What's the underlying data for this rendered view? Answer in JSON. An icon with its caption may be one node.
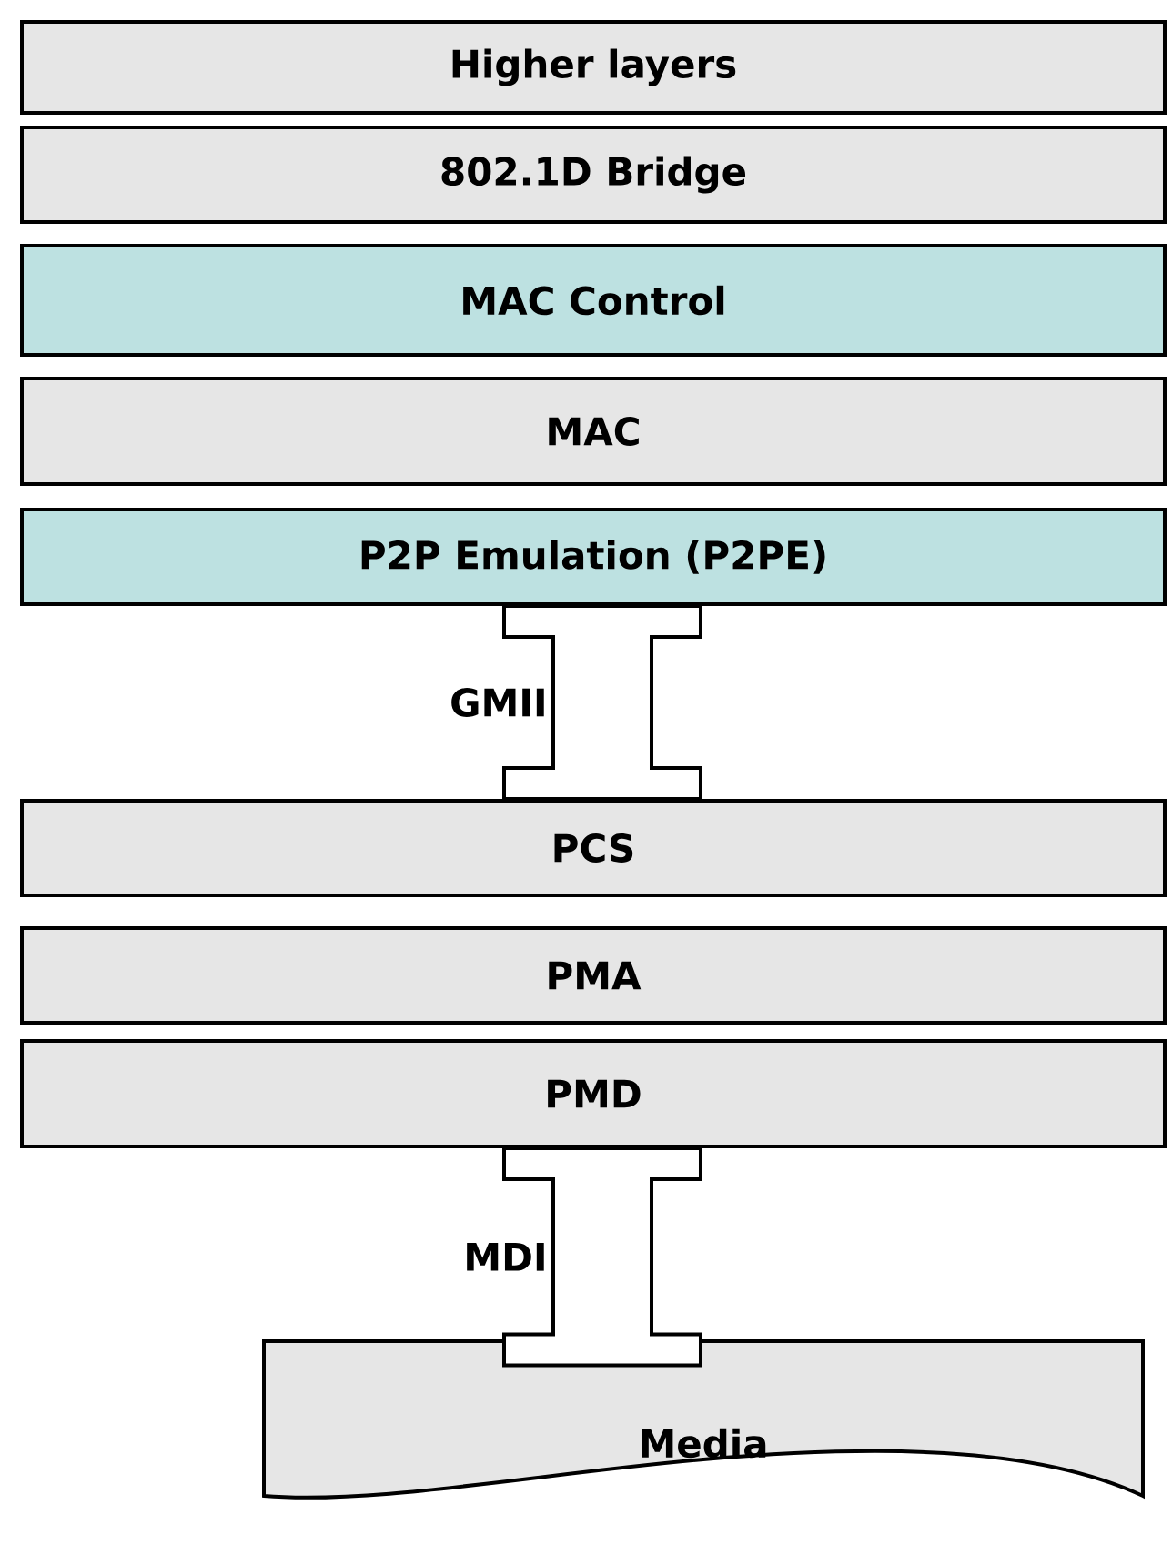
{
  "diagram": {
    "nodes": [
      {
        "text": [
          "Higher layers"
        ]
      },
      {
        "text": [
          "802.1D Bridge"
        ]
      },
      {
        "text": [
          "MAC Control"
        ]
      },
      {
        "text": [
          "MAC"
        ]
      },
      {
        "text": [
          "P2P Emulation (P2PE)"
        ]
      },
      {
        "text": [
          "PCS"
        ]
      },
      {
        "text": [
          "PMA"
        ]
      },
      {
        "text": [
          "PMD"
        ]
      },
      {
        "text": [
          "Media"
        ]
      }
    ],
    "edges": [
      {
        "from": 4,
        "to": 5,
        "arrow": "none",
        "label": "GMII"
      },
      {
        "from": 7,
        "to": 8,
        "arrow": "none",
        "label": "MDI"
      }
    ]
  }
}
